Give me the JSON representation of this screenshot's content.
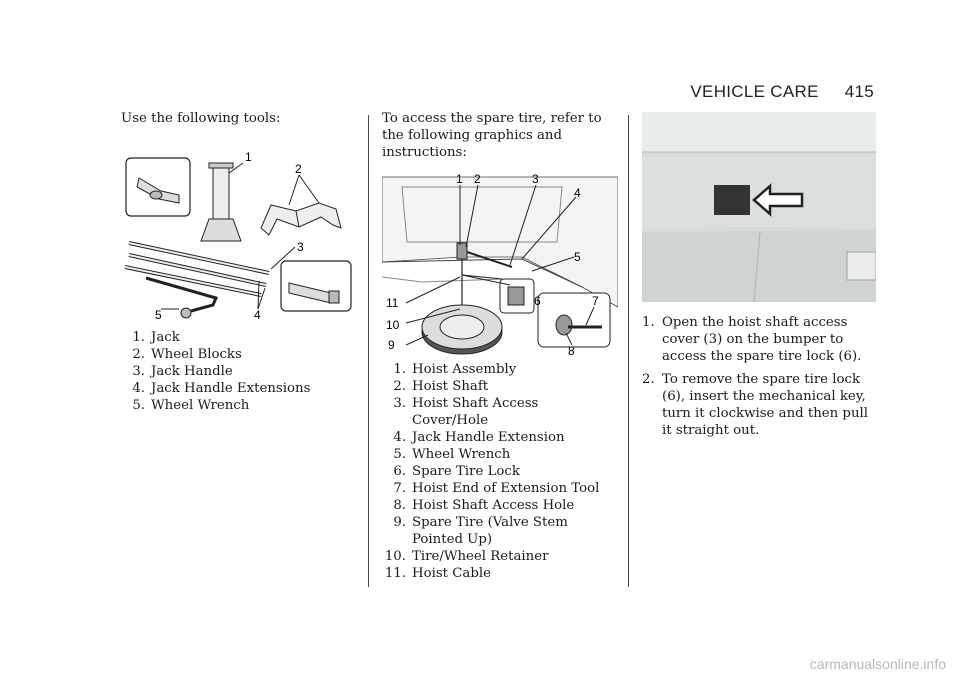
{
  "header": {
    "section": "VEHICLE CARE",
    "page_number": "415"
  },
  "col1": {
    "intro": "Use the following tools:",
    "callouts": [
      "1",
      "2",
      "3",
      "4",
      "5"
    ],
    "items": [
      {
        "num": "1.",
        "text": "Jack"
      },
      {
        "num": "2.",
        "text": "Wheel Blocks"
      },
      {
        "num": "3.",
        "text": "Jack Handle"
      },
      {
        "num": "4.",
        "text": "Jack Handle Extensions"
      },
      {
        "num": "5.",
        "text": "Wheel Wrench"
      }
    ]
  },
  "col2": {
    "intro": "To access the spare tire, refer to the following graphics and instructions:",
    "callouts": [
      "1",
      "2",
      "3",
      "4",
      "5",
      "6",
      "7",
      "8",
      "9",
      "10",
      "11"
    ],
    "items": [
      {
        "num": "1.",
        "text": "Hoist Assembly"
      },
      {
        "num": "2.",
        "text": "Hoist Shaft"
      },
      {
        "num": "3.",
        "text": "Hoist Shaft Access Cover/Hole"
      },
      {
        "num": "4.",
        "text": "Jack Handle Extension"
      },
      {
        "num": "5.",
        "text": "Wheel Wrench"
      },
      {
        "num": "6.",
        "text": "Spare Tire Lock"
      },
      {
        "num": "7.",
        "text": "Hoist End of Extension Tool"
      },
      {
        "num": "8.",
        "text": "Hoist Shaft Access Hole"
      },
      {
        "num": "9.",
        "text": "Spare Tire (Valve Stem Pointed Up)"
      },
      {
        "num": "10.",
        "text": "Tire/Wheel Retainer"
      },
      {
        "num": "11.",
        "text": "Hoist Cable"
      }
    ]
  },
  "col3": {
    "steps": [
      {
        "num": "1.",
        "text": "Open the hoist shaft access cover (3) on the bumper to access the spare tire lock (6)."
      },
      {
        "num": "2.",
        "text": "To remove the spare tire lock (6), insert the mechanical key, turn it clockwise and then pull it straight out."
      }
    ]
  },
  "footer": {
    "watermark": "carmanualsonline.info"
  },
  "colors": {
    "text": "#1a1a1a",
    "rule": "#4a4a4a",
    "watermark": "#b8b8b8",
    "photo_bg": "#d7dbdc",
    "arrow": "#222222"
  }
}
